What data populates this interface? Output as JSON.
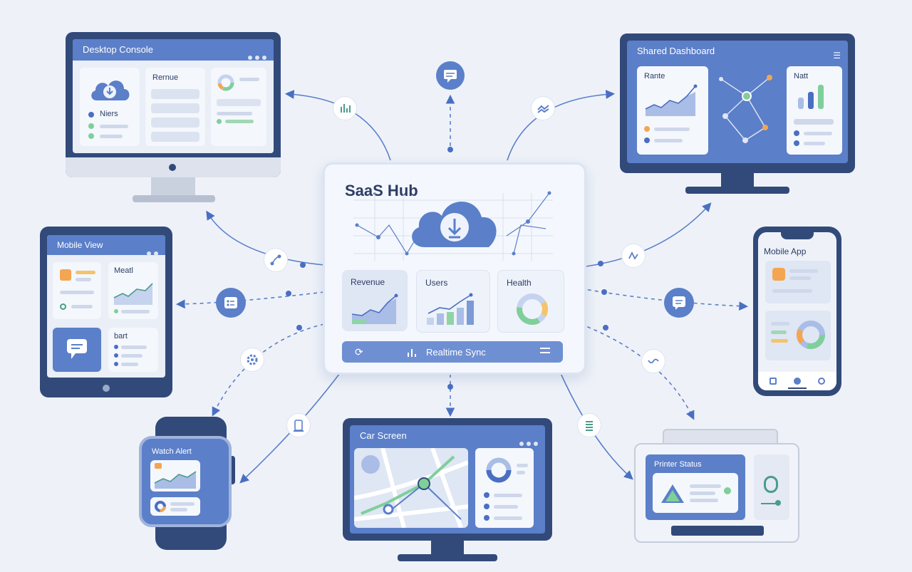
{
  "hub": {
    "title": "SaaS Hub",
    "tiles": [
      {
        "label": "Revenue"
      },
      {
        "label": "Users"
      },
      {
        "label": "Health"
      }
    ],
    "sync_label": "Realtime Sync"
  },
  "devices": {
    "desktop": {
      "title": "Desktop Console",
      "col2_heading": "Rernue",
      "list_label": "Niers"
    },
    "shared": {
      "title": "Shared Dashboard",
      "card1_heading": "Rante",
      "card2_heading": "Natt"
    },
    "tablet": {
      "title": "Mobile View",
      "card2_heading": "Meatl",
      "card4_heading": "bart"
    },
    "phone": {
      "title": "Mobile App"
    },
    "watch": {
      "title": "Watch Alert"
    },
    "car": {
      "title": "Car Screen"
    },
    "printer": {
      "title": "Printer Status"
    }
  },
  "connector_icons": [
    "bar-chart-icon",
    "chat-icon",
    "trend-icon",
    "network-icon",
    "link-icon",
    "list-icon",
    "message-icon",
    "settings-icon",
    "device-icon",
    "wave-icon",
    "battery-icon"
  ],
  "colors": {
    "primary": "#5b7fc9",
    "dark": "#324a7a",
    "light": "#eef2f8",
    "accent_green": "#7fcf9a",
    "accent_orange": "#f4a552"
  }
}
